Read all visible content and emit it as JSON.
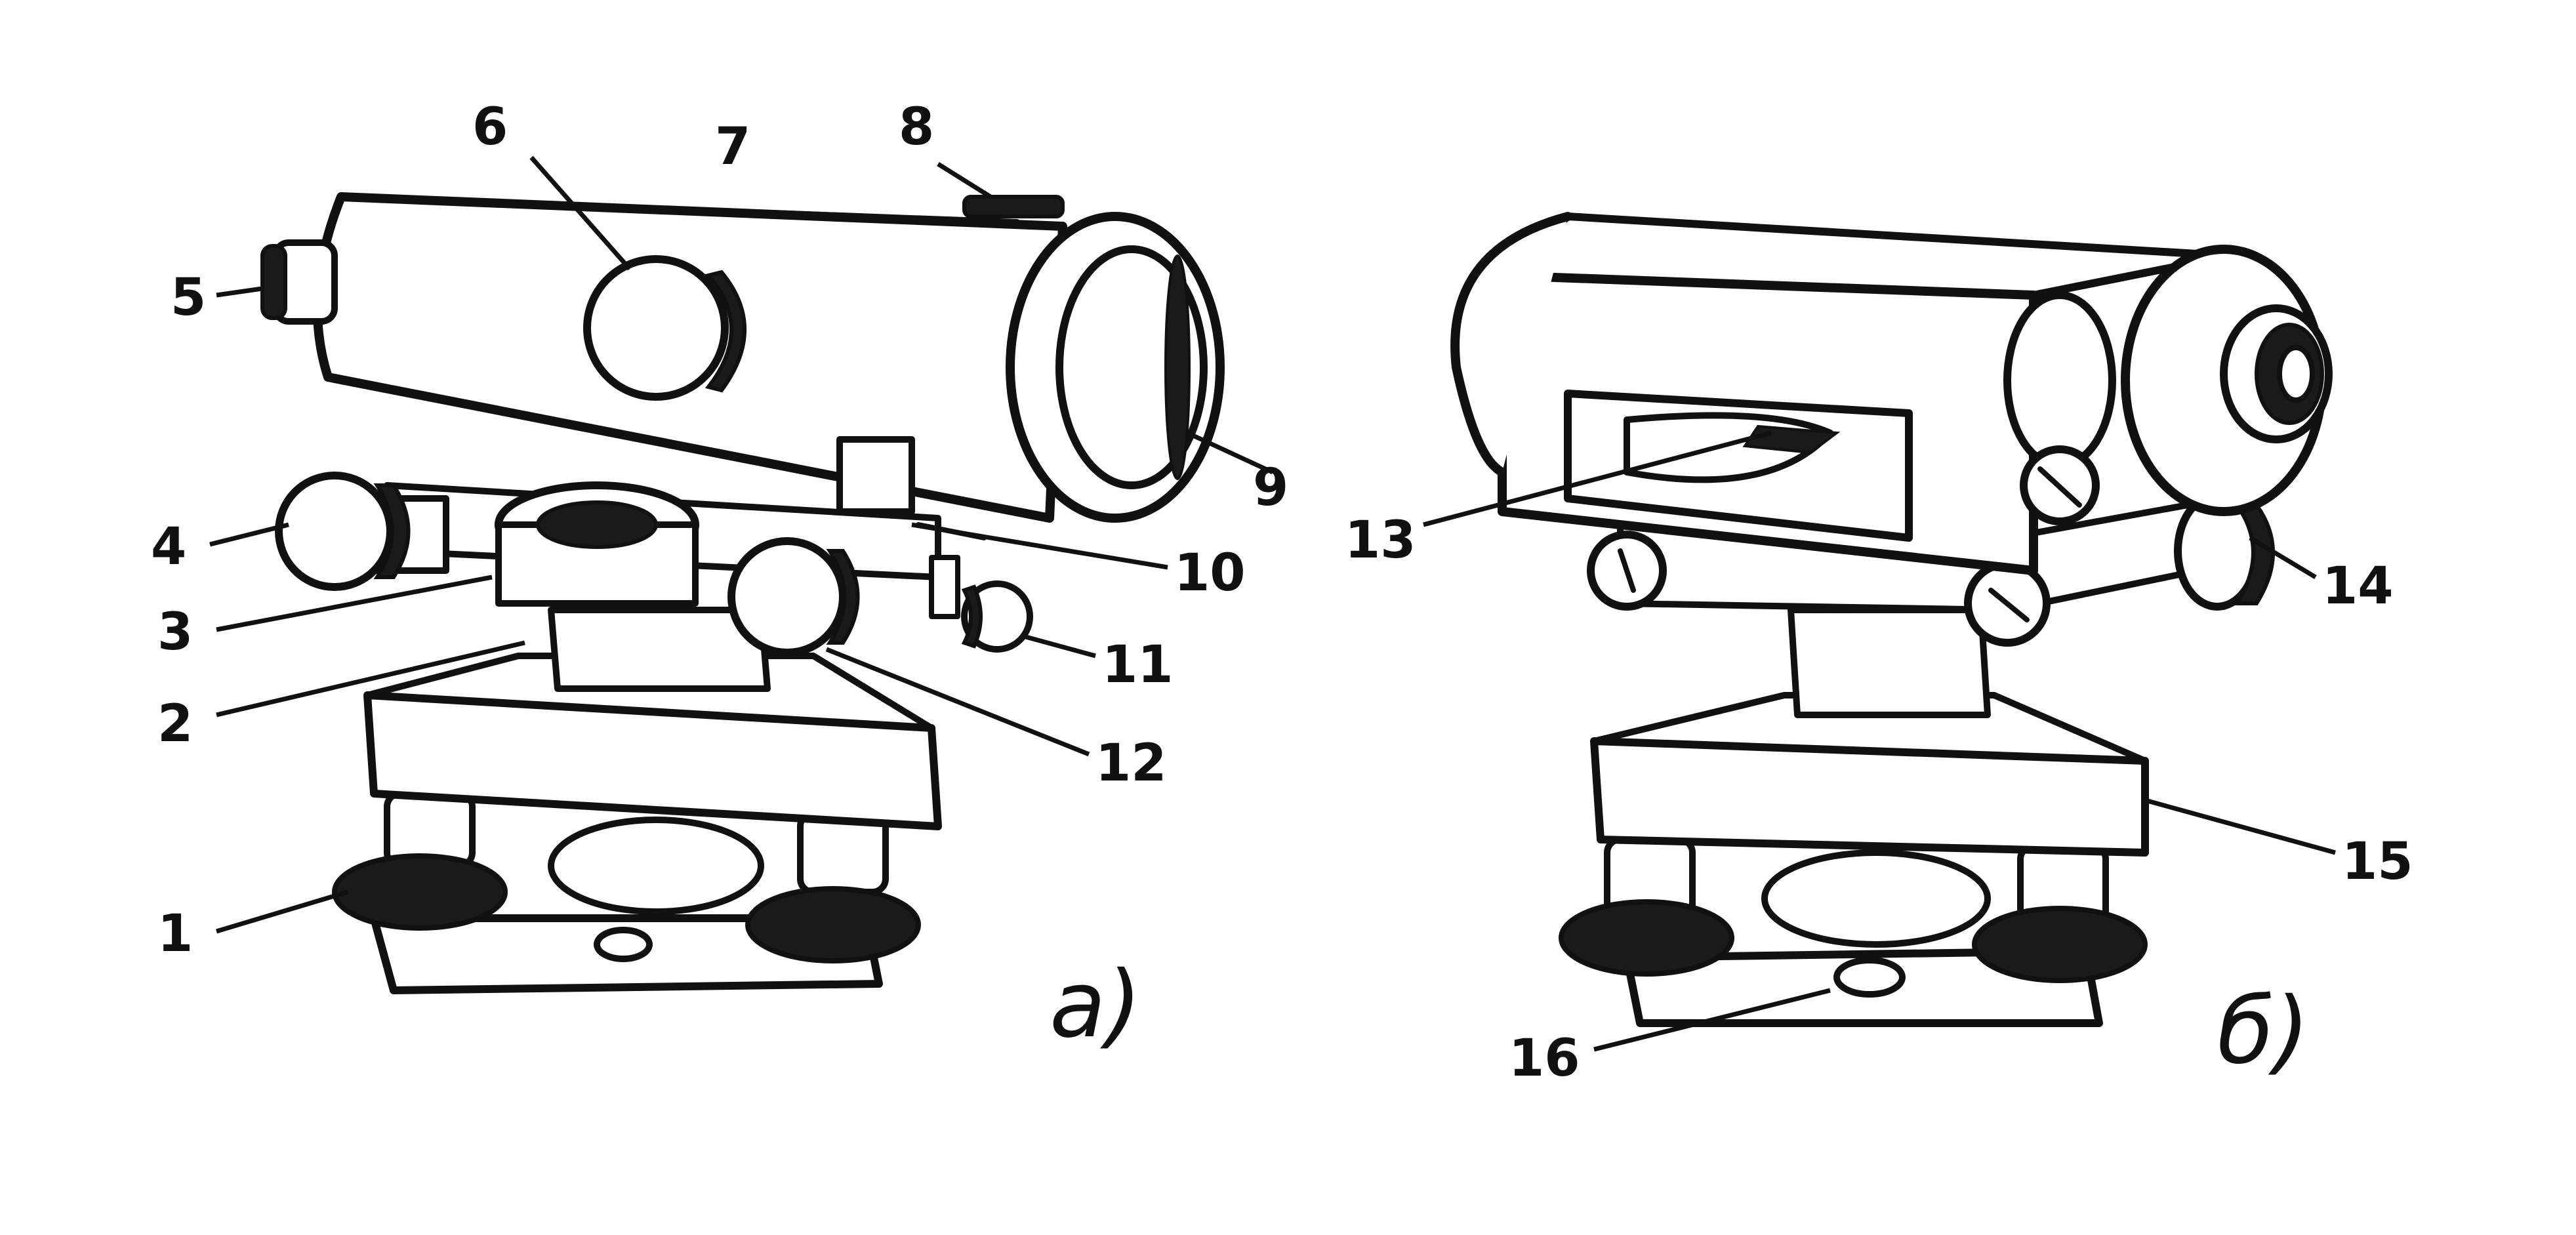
{
  "view_a": {
    "caption": "a)",
    "labels": [
      "1",
      "2",
      "3",
      "4",
      "5",
      "6",
      "7",
      "8",
      "9",
      "10",
      "11",
      "12"
    ]
  },
  "view_b": {
    "caption": "б)",
    "labels": [
      "13",
      "14",
      "15",
      "16"
    ]
  },
  "colors": {
    "ink": "#111111",
    "paper": "#ffffff"
  }
}
